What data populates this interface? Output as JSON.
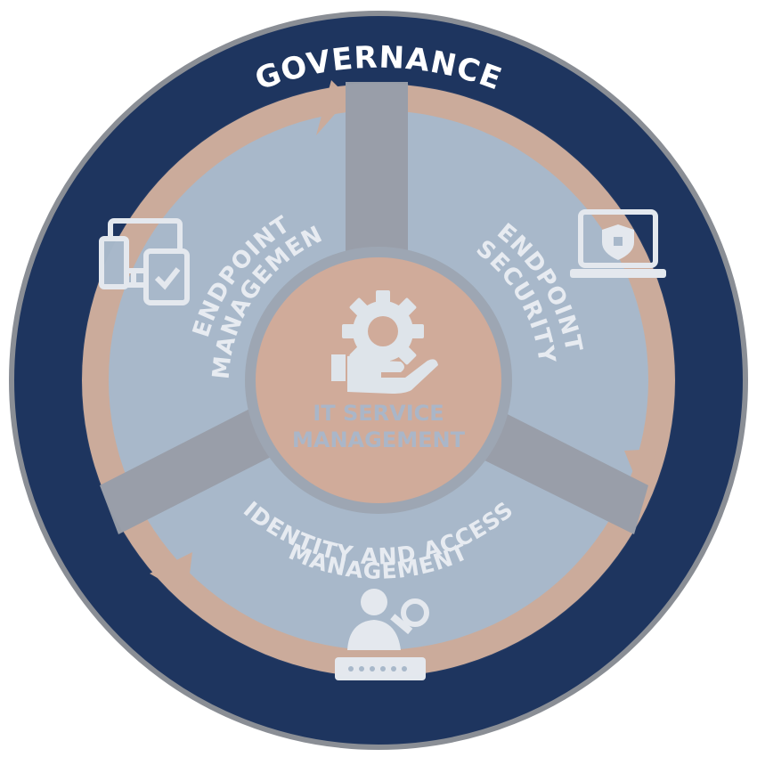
{
  "outer_ring": {
    "label": "GOVERNANCE"
  },
  "segments": [
    {
      "line1": "ENDPOINT",
      "line2": "MANAGEMENT",
      "icon": "devices-check-icon"
    },
    {
      "line1": "ENDPOINT",
      "line2": "SECURITY",
      "icon": "laptop-shield-icon"
    },
    {
      "line1": "IDENTITY AND ACCESS",
      "line2": "MANAGEMENT",
      "icon": "user-key-password-icon"
    }
  ],
  "center": {
    "line1": "IT SERVICE",
    "line2": "MANAGEMENT",
    "icon": "gear-hand-icon"
  },
  "colors": {
    "ring": "#1e355f",
    "ring_border": "#8a8e95",
    "arrow_band": "#c9a897",
    "segment_fill": "#a5b6c8",
    "spoke": "#959ba6",
    "center_fill": "#cfa896",
    "text_light": "#e6ebf1",
    "ring_text": "#ffffff"
  }
}
